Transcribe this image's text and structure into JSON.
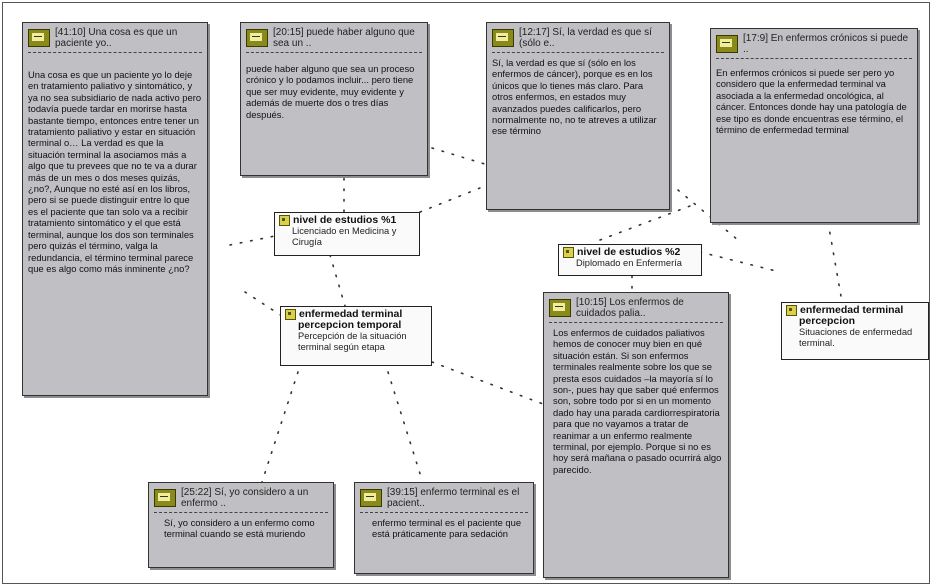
{
  "quotes": {
    "q1": {
      "title": "[41:10] Una cosa es que un paciente yo..",
      "body": "Una cosa es que un paciente yo lo deje en tratamiento paliativo y sintomático, y ya no sea subsidiario de nada activo pero todavía puede tardar en morirse hasta bastante tiempo, entonces entre tener un tratamiento paliativo y estar en situación terminal o… La verdad es que la situación terminal la asociamos más a algo que tu prevees que no te va a durar más de un mes o dos meses quizás, ¿no?, Aunque no esté así en los libros, pero si se puede distinguir entre lo que es el paciente que tan solo va a recibir tratamiento sintomático y el que está terminal, aunque los dos son terminales pero quizás el término, valga la redundancia, el término terminal parece que es algo como más inminente ¿no?"
    },
    "q2": {
      "title": "[20:15] puede haber alguno que sea un ..",
      "body": "puede haber alguno que sea un proceso crónico y lo podamos incluir... pero tiene que ser muy evidente, muy evidente y además de muerte dos o tres días después."
    },
    "q3": {
      "title": "[12:17] Sí, la verdad es que sí (sólo e..",
      "body": "Sí, la verdad es que sí (sólo en los enfermos de cáncer), porque es en los únicos que lo tienes más claro. Para otros enfermos, en estados muy avanzados puedes calificarlos, pero normalmente no, no te atreves a utilizar ese término"
    },
    "q4": {
      "title": "[17:9] En enfermos crónicos si puede ..",
      "body": "En enfermos crónicos si puede ser pero yo considero que la enfermedad terminal va asociada a la enfermedad oncológica, al cáncer. Entonces donde hay una patología de ese tipo es donde encuentras ese término, el término de enfermedad terminal"
    },
    "q5": {
      "title": "[10:15] Los enfermos de cuidados palia..",
      "body": "Los enfermos de cuidados paliativos hemos de conocer muy bien en qué situación están. Si son enfermos terminales realmente sobre los que se presta esos cuidados –la mayoría sí lo son-, pues hay que saber qué enfermos son, sobre todo por si en un momento dado hay una parada cardiorrespiratoria para que no vayamos a tratar de reanimar a un enfermo realmente terminal, por ejemplo. Porque si no es hoy será mañana o pasado ocurrirá algo parecido."
    },
    "q6": {
      "title": "[25:22] Sí, yo considero a un enfermo ..",
      "body": "Sí, yo considero a un enfermo como terminal cuando se está muriendo"
    },
    "q7": {
      "title": "[39:15] enfermo terminal es el pacient..",
      "body": "enfermo terminal es el paciente que está práticamente para sedación"
    }
  },
  "codes": {
    "c1": {
      "name": "nivel de estudios %1",
      "desc": "Licenciado en Medicina y Cirugía"
    },
    "c2": {
      "name": "nivel de estudios %2",
      "desc": "Diplomado en Enfermería"
    },
    "c3": {
      "name": "enfermedad terminal",
      "name2": "percepcion temporal",
      "desc": "Percepción de la situación terminal según etapa"
    },
    "c4": {
      "name": "enfermedad terminal",
      "name2": "percepcion",
      "desc": "Situaciones de enfermedad terminal."
    }
  }
}
